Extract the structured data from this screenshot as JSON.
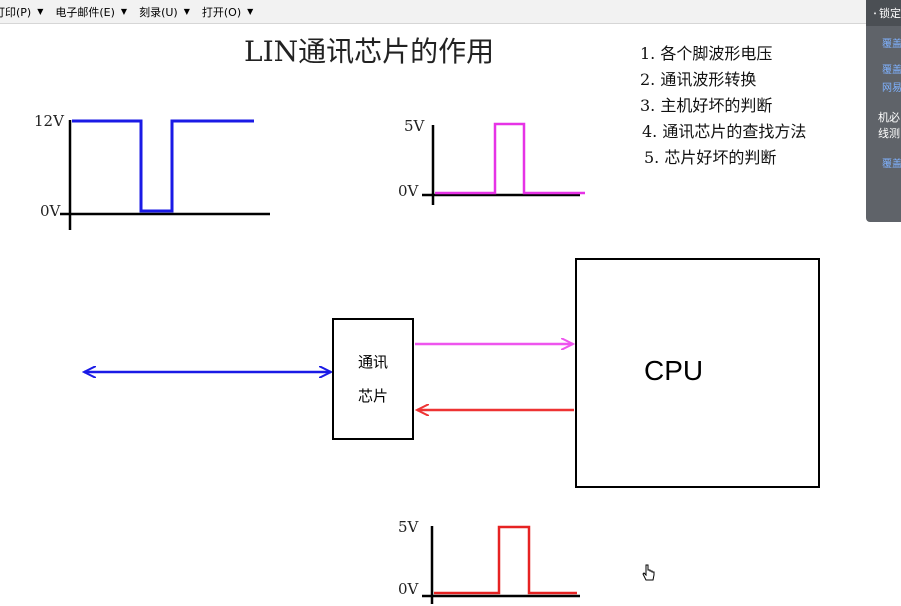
{
  "menubar": {
    "items": [
      {
        "label": "打印(P)"
      },
      {
        "label": "电子邮件(E)"
      },
      {
        "label": "刻录(U)"
      },
      {
        "label": "打开(O)"
      }
    ]
  },
  "side_panel": {
    "header": "锁定",
    "links": [
      "覆盖",
      "覆盖",
      "网易"
    ],
    "lines": [
      "机必",
      "线测"
    ],
    "last_link": "覆盖"
  },
  "slide": {
    "title": "LIN通讯芯片的作用",
    "notes": [
      "1. 各个脚波形电压",
      "2. 通讯波形转换",
      "3. 主机好坏的判断",
      "4. 通讯芯片的查找方法",
      "5. 芯片好坏的判断"
    ],
    "waveform_blue": {
      "high_label": "12V",
      "low_label": "0V",
      "color": "#1a1ae6"
    },
    "waveform_magenta": {
      "high_label": "5V",
      "low_label": "0V",
      "color": "#e633e6"
    },
    "waveform_red": {
      "high_label": "5V",
      "low_label": "0V",
      "color": "#e62222"
    },
    "chip": {
      "line1": "通讯",
      "line2": "芯片"
    },
    "cpu": {
      "label": "CPU"
    },
    "colors": {
      "bus_arrow": "#1a1ae6",
      "tx_arrow": "#ee55ee",
      "rx_arrow": "#ee3333"
    }
  }
}
